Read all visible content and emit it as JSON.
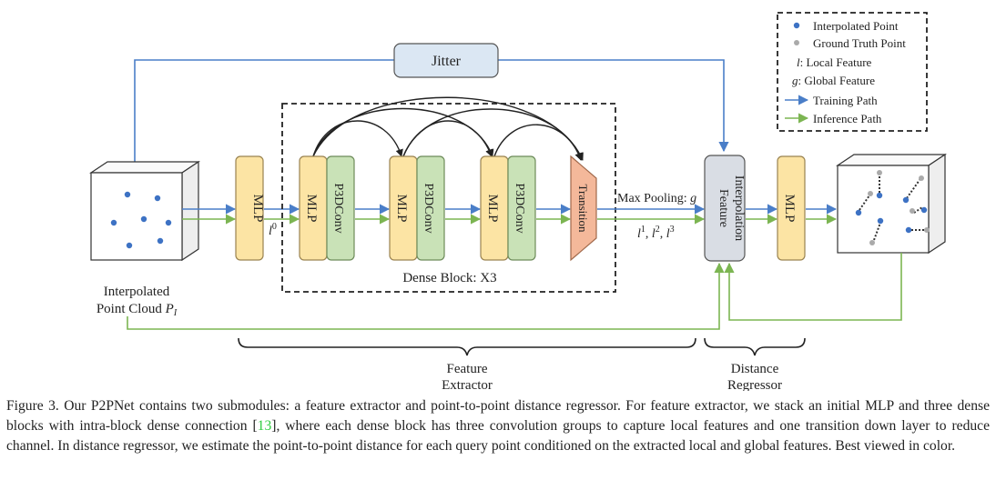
{
  "diagram": {
    "jitter_label": "Jitter",
    "mlp_label": "MLP",
    "p3dconv_label": "P3DConv",
    "transition_label": "Transition",
    "feature_interp_label": [
      "Feature",
      "Interpolation"
    ],
    "max_pooling_label": "Max Pooling:",
    "global_feature_symbol": "g",
    "l0_base": "l",
    "l0_sup": "0",
    "local_feature_set": [
      "l",
      "1",
      ", ",
      "l",
      "2",
      ", ",
      "l",
      "3"
    ],
    "dense_block_label": "Dense Block: X3",
    "input_caption_line1": "Interpolated",
    "input_caption_line2": "Point Cloud",
    "input_caption_symbol": "P",
    "input_caption_sub": "I",
    "feature_extractor_label": [
      "Feature",
      "Extractor"
    ],
    "distance_regressor_label": [
      "Distance",
      "Regressor"
    ]
  },
  "legend": {
    "items": [
      {
        "sym": "",
        "text": "Interpolated Point"
      },
      {
        "sym": "",
        "text": "Ground Truth Point"
      },
      {
        "sym": "l",
        "text": ": Local Feature"
      },
      {
        "sym": "g",
        "text": ": Global Feature"
      },
      {
        "sym": "",
        "text": "Training Path"
      },
      {
        "sym": "",
        "text": "Inference Path"
      }
    ]
  },
  "colors": {
    "training": "#4a7ec8",
    "inference": "#7cb552",
    "mlp_fill": "#fce4a4",
    "mlp_stroke": "#9a8350",
    "p3dconv_fill": "#c9e2b7",
    "p3dconv_stroke": "#6d8b5a",
    "transition_fill": "#f4b89a",
    "jitter_fill": "#dbe7f3",
    "interp_fill": "#d9dde4",
    "point_blue": "#3d72c4",
    "point_gray": "#aaaaaa",
    "citation": "#2ecc40"
  },
  "caption": {
    "p1": "Figure 3. Our P2PNet contains two submodules: a feature extractor and point-to-point distance regressor. For feature extractor, we stack an initial MLP and three dense blocks with intra-block dense connection [",
    "ref": "13",
    "p2": "], where each dense block has three convolution groups to capture local features and one transition down layer to reduce channel. In distance regressor, we estimate the point-to-point distance for each query point conditioned on the extracted local and global features. Best viewed in color."
  }
}
